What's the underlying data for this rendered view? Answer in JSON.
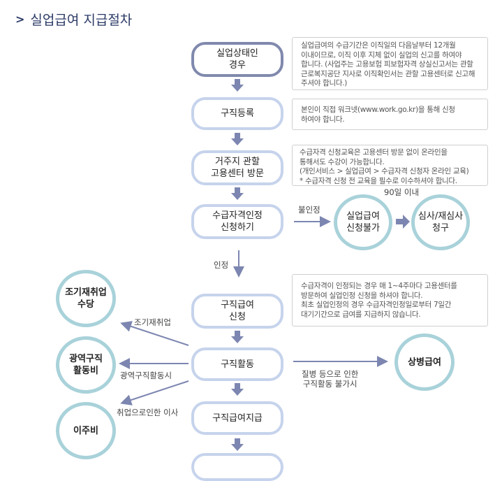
{
  "title": "실업급여 지급절차",
  "steps": [
    {
      "label": "실업상태인\n경우"
    },
    {
      "label": "구직등록"
    },
    {
      "label": "거주지 관할\n고용센터 방문"
    },
    {
      "label": "수급자격인정\n신청하기"
    },
    {
      "label": "구직급여\n신청"
    },
    {
      "label": "구직활동"
    },
    {
      "label": "구직급여지급"
    }
  ],
  "notes": [
    "실업급여의 수급기간은 이직일의 다음날부터 12개월\n이내이므로, 이직 이후 지체 없이 실업의 신고를 하여야\n합니다.  (사업주는 고용보험 피보험자격 상실신고서는 관할\n근로복지공단 지사로 이직확인서는 관할 고용센터로 신고해\n주셔야 합니다.)",
    "본인이 직접 워크넷(www.work.go.kr)을 통해 신청\n하여야 합니다.",
    "수급자격 신청교육은 고용센터 방문 없이 온라인을\n통해서도 수강이 가능합니다.\n(개인서비스 > 실업급여 > 수급자격 신청자 온라인 교육)\n* 수급자격 신청 전 교육을 필수로 이수하셔야 합니다.",
    "수급자격이 인정되는 경우 매 1~4주마다 고용센터를\n방문하여 실업인정 신청을 하셔야 합니다.\n최초 실업인정의 경우 수급자격인정일로부터 7일간\n대기기간으로 급여를 지급하지 않습니다."
  ],
  "circles": {
    "reject": "실업급여\n신청불가",
    "appeal": "심사/재심사\n청구",
    "early": "조기재취업\n수당",
    "regional": "광역구직\n활동비",
    "moving": "이주비",
    "sick": "상병급여"
  },
  "labels": {
    "rejected": "불인정",
    "within90": "90일 이내",
    "approved": "인정",
    "early": "조기재취업",
    "regional": "광역구직활동시",
    "moving": "취업으로인한 이사",
    "sick": "질병 등으로 인한\n구직활동 불가시"
  },
  "colors": {
    "title": "#2b3a66",
    "pill_border": "#c6d3ec",
    "pill_active_border": "#8089ad",
    "circle_border": "#a9d2da",
    "arrow": "#7c86b0"
  }
}
